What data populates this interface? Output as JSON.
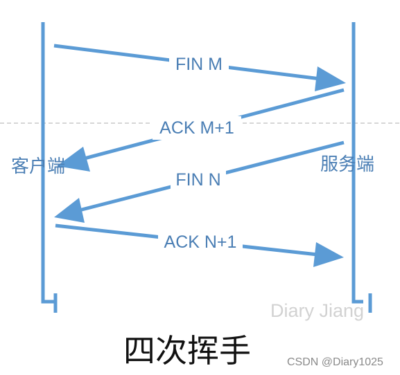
{
  "parties": {
    "client": "客户端",
    "server": "服务端"
  },
  "messages": [
    {
      "label": "FIN M",
      "direction": "client-to-server"
    },
    {
      "label": "ACK M+1",
      "direction": "server-to-client"
    },
    {
      "label": "FIN N",
      "direction": "server-to-client"
    },
    {
      "label": "ACK N+1",
      "direction": "client-to-server"
    }
  ],
  "title": "四次挥手",
  "watermark": "Diary Jiang",
  "credit": "CSDN @Diary1025",
  "colors": {
    "line": "#5b9bd5",
    "label": "#4a7eb4",
    "divider": "#bdbdbd"
  }
}
